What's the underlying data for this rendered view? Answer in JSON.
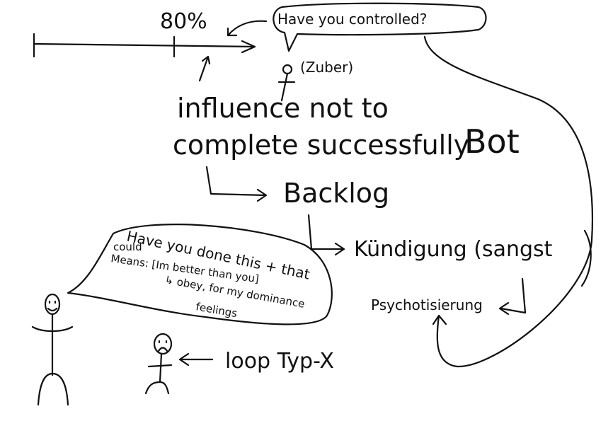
{
  "scale": {
    "percent_label": "80%"
  },
  "question": {
    "text": "Have you controlled?",
    "person": "(Zuber)"
  },
  "influence": {
    "line1": "influence not to",
    "line2": "complete successfully",
    "bot": "Bot"
  },
  "flow": {
    "backlog": "Backlog",
    "kuendigung": "Kündigung (sangst",
    "psycho": "Psychotisierung"
  },
  "speech": {
    "line1": "Have you done this + that",
    "line2a": "could",
    "line2b": "Means: [Im better than you]",
    "line3": "↳ obey, for my dominance",
    "line4": "feelings"
  },
  "loop": {
    "label": "loop Typ-X"
  }
}
